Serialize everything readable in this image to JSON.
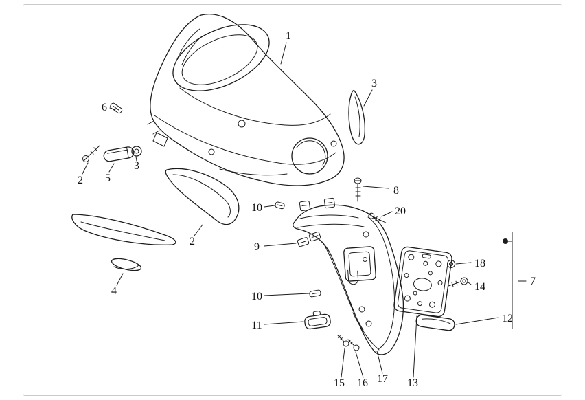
{
  "figure": {
    "kind": "exploded-parts-diagram",
    "colors": {
      "background": "#ffffff",
      "line": "#1c1c1c",
      "frame": "#c9c9c9",
      "label": "#111111"
    },
    "callouts": [
      {
        "label": "1"
      },
      {
        "label": "3"
      },
      {
        "label": "6"
      },
      {
        "label": "2"
      },
      {
        "label": "5"
      },
      {
        "label": "3"
      },
      {
        "label": "8"
      },
      {
        "label": "10"
      },
      {
        "label": "20"
      },
      {
        "label": "9"
      },
      {
        "label": "2"
      },
      {
        "label": "18"
      },
      {
        "label": "14"
      },
      {
        "label": "7"
      },
      {
        "label": "4"
      },
      {
        "label": "10"
      },
      {
        "label": "12"
      },
      {
        "label": "11"
      },
      {
        "label": "15"
      },
      {
        "label": "16"
      },
      {
        "label": "17"
      },
      {
        "label": "13"
      }
    ]
  }
}
